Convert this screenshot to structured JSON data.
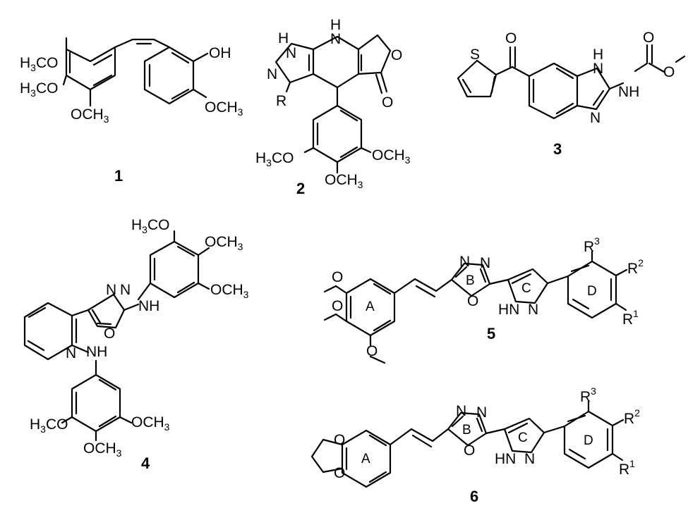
{
  "compound_labels": [
    "1",
    "2",
    "3",
    "4",
    "5",
    "6"
  ],
  "atoms": {
    "OH": "OH",
    "O": "O",
    "N": "N",
    "NH": "NH",
    "HN": "HN",
    "H": "H",
    "R": "R",
    "S": "S",
    "OCH": "OCH",
    "H3CO_H": "H",
    "H3CO_3": "3",
    "H3CO_CO": "CO",
    "OCH3_OCH": "OCH",
    "OCH3_3": "3",
    "R_letter": "R",
    "sup1": "1",
    "sup2": "2",
    "sup3": "3"
  },
  "ring_labels": [
    "A",
    "B",
    "C",
    "D"
  ]
}
